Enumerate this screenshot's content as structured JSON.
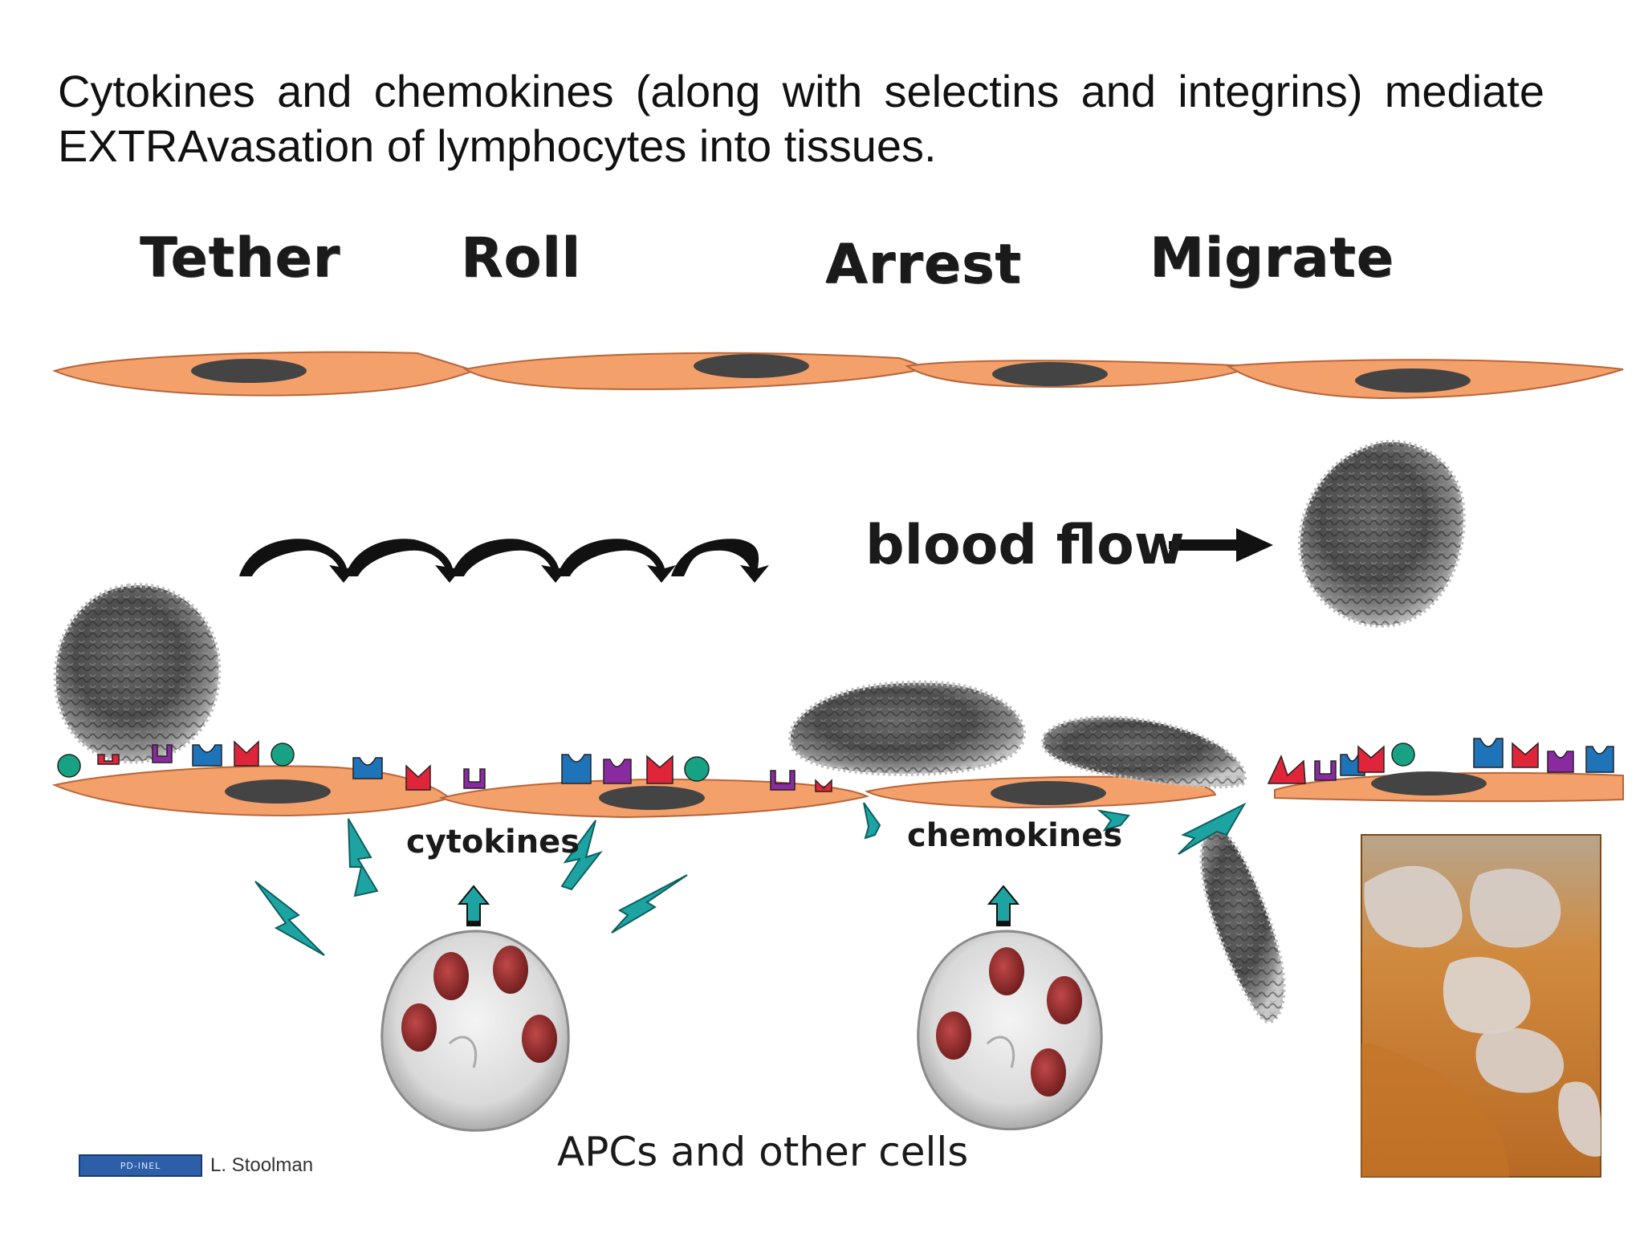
{
  "heading": "Cytokines and chemokines (along with selectins and integrins) mediate EXTRAvasation of lymphocytes into tissues.",
  "stages": [
    "Tether",
    "Roll",
    "Arrest",
    "Migrate"
  ],
  "blood_flow_label": "blood flow",
  "cytokines_label": "cytokines",
  "chemokines_label": "chemokines",
  "apc_label": "APCs and other cells",
  "credit": {
    "logo_text": "PD-INEL",
    "author": "L. Stoolman"
  },
  "colors": {
    "endothelium": "#f4a06a",
    "nucleus": "#444444",
    "lymphocyte": "#6f6f6f",
    "signal": "#1ea3a3",
    "receptor_blue": "#1f73b8",
    "receptor_red": "#e0243a",
    "receptor_purple": "#8a2aa0",
    "selectin_green": "#17a383",
    "apc_granule": "#9e2f2f",
    "tissue_photo": "#c8742c"
  }
}
